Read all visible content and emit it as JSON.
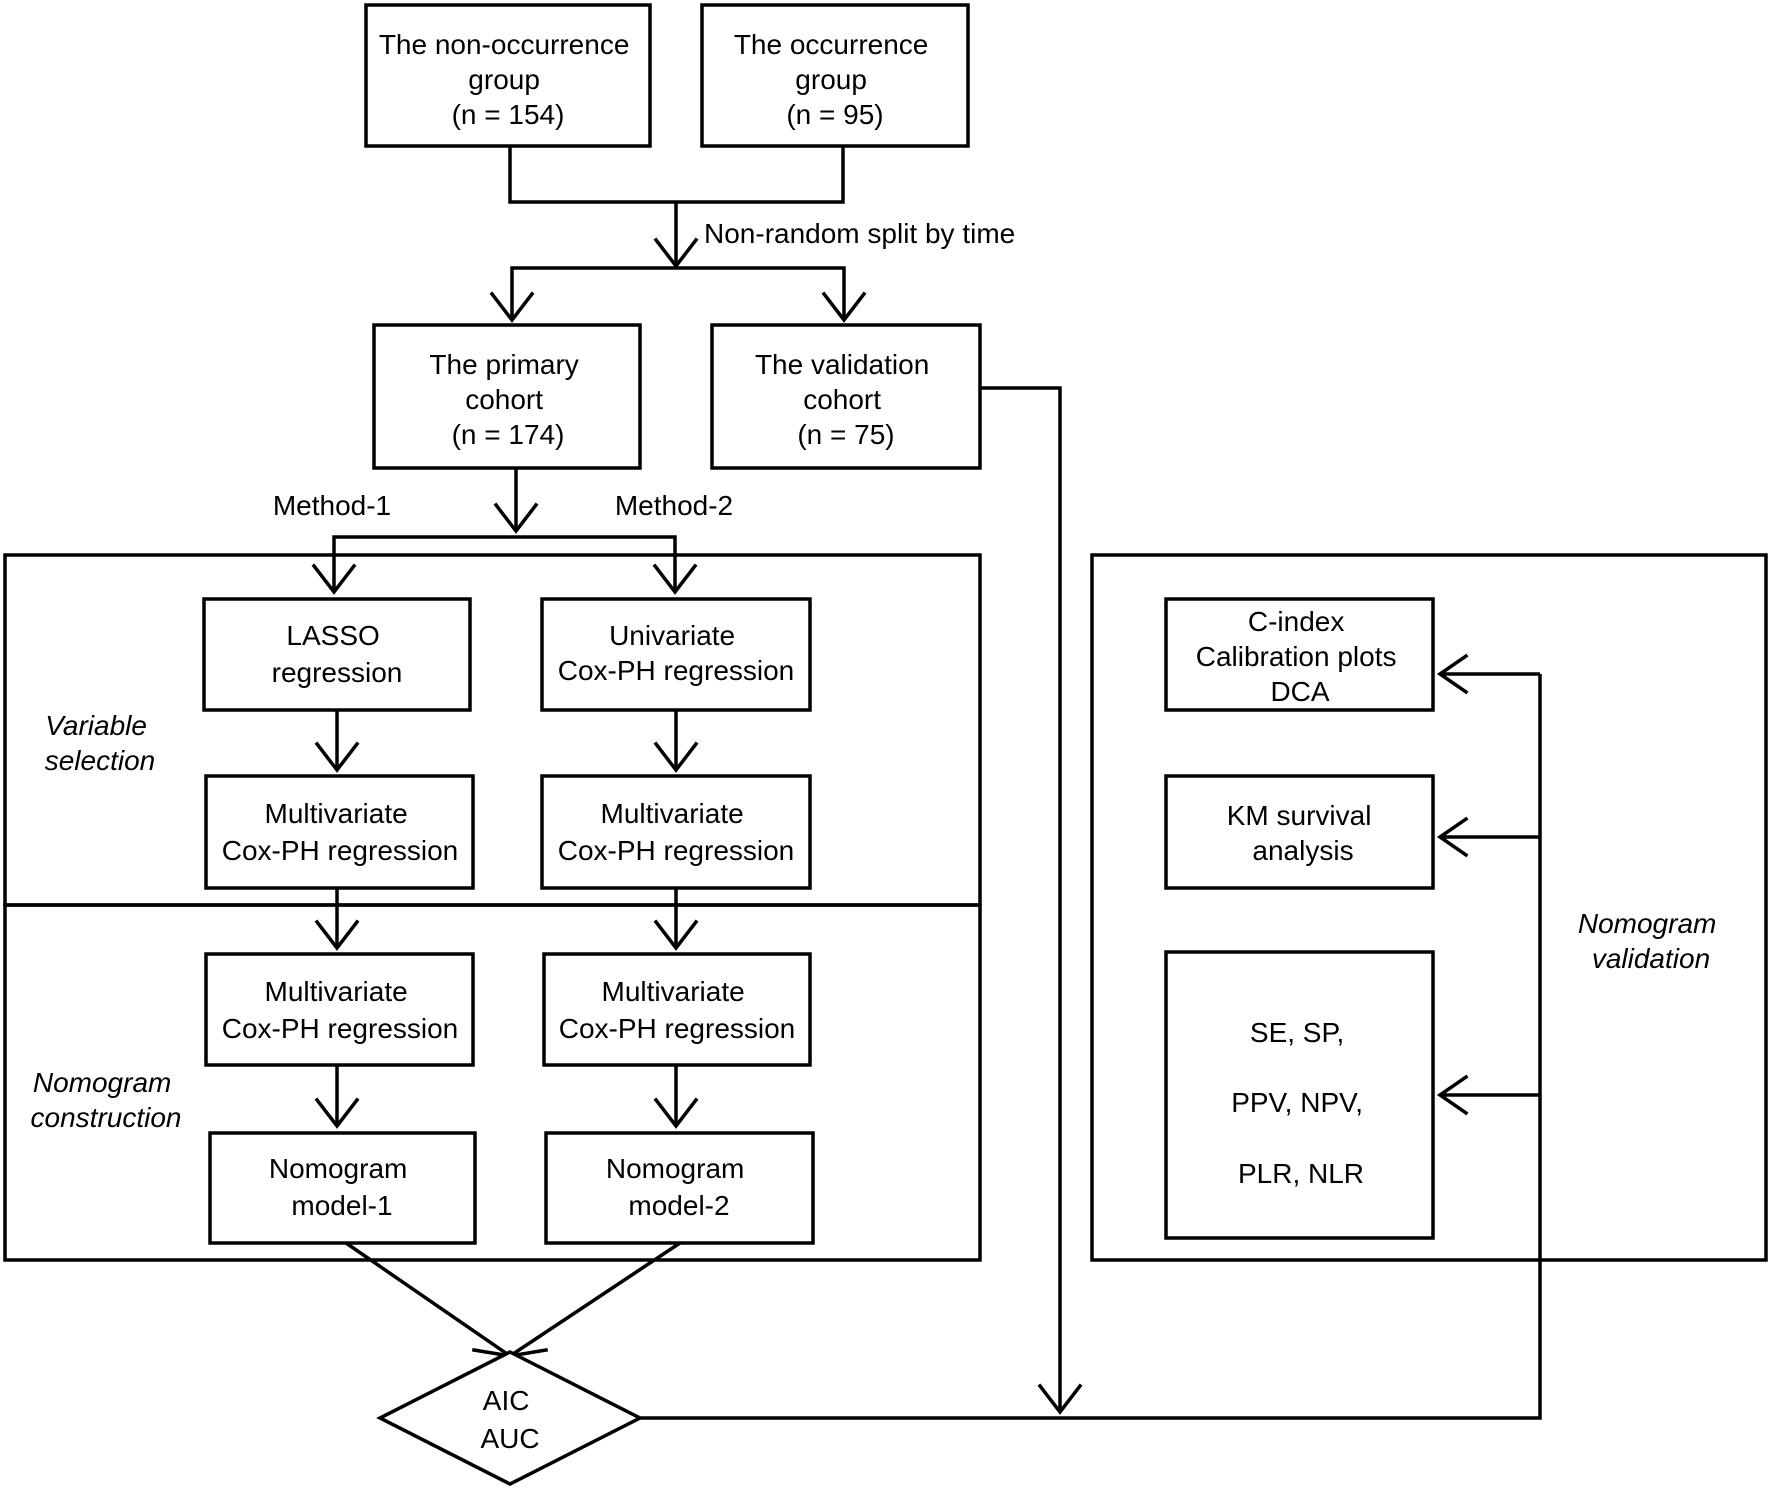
{
  "nodes": {
    "non_occurrence": [
      "The non-occurrence",
      "group",
      "(n = 154)"
    ],
    "occurrence": [
      "The occurrence",
      "group",
      "(n = 95)"
    ],
    "primary": [
      "The primary",
      "cohort",
      "(n = 174)"
    ],
    "validation": [
      "The validation",
      "cohort",
      "(n = 75)"
    ],
    "lasso": [
      "LASSO",
      "regression"
    ],
    "univariate": [
      "Univariate",
      "Cox-PH regression"
    ],
    "multi_1a": [
      "Multivariate",
      "Cox-PH regression"
    ],
    "multi_2a": [
      "Multivariate",
      "Cox-PH regression"
    ],
    "multi_1b": [
      "Multivariate",
      "Cox-PH regression"
    ],
    "multi_2b": [
      "Multivariate",
      "Cox-PH regression"
    ],
    "model_1": [
      "Nomogram",
      "model-1"
    ],
    "model_2": [
      "Nomogram",
      "model-2"
    ],
    "aic_auc": [
      "AIC",
      "AUC"
    ],
    "cindex": [
      "C-index",
      "Calibration plots",
      "DCA"
    ],
    "km": [
      "KM survival",
      "analysis"
    ],
    "metrics": [
      "SE, SP,",
      "PPV, NPV,",
      "PLR, NLR"
    ]
  },
  "labels": {
    "split": "Non-random split by time",
    "method1": "Method-1",
    "method2": "Method-2",
    "variable_selection": [
      "Variable",
      "selection"
    ],
    "nomogram_construction": [
      "Nomogram",
      "construction"
    ],
    "nomogram_validation": [
      "Nomogram",
      "validation"
    ]
  }
}
